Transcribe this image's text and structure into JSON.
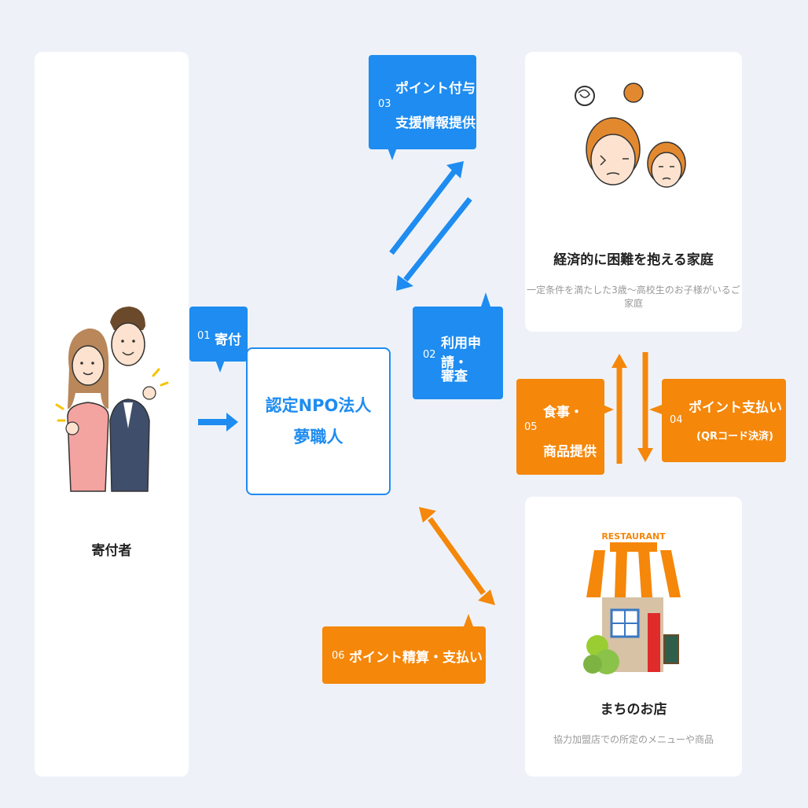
{
  "donor": {
    "label": "寄付者"
  },
  "npo": {
    "line1": "認定NPO法人",
    "line2": "夢職人"
  },
  "family": {
    "title": "経済的に困難を抱える家庭",
    "subtitle": "一定条件を満たした3歳〜高校生のお子様がいるご家庭"
  },
  "shop": {
    "title": "まちのお店",
    "subtitle": "協力加盟店での所定のメニューや商品",
    "sign": "RESTAURANT"
  },
  "steps": {
    "s01": {
      "num": "01",
      "line1": "寄付"
    },
    "s02": {
      "num": "02",
      "line1": "利用申請・",
      "line2": "審査"
    },
    "s03": {
      "num": "03",
      "line1": "ポイント付与",
      "line2": "支援情報提供"
    },
    "s04": {
      "num": "04",
      "line1": "ポイント支払い",
      "line2": "(QRコード決済)"
    },
    "s05": {
      "num": "05",
      "line1": "食事・",
      "line2": "商品提供"
    },
    "s06": {
      "num": "06",
      "line1": "ポイント精算・支払い"
    }
  },
  "colors": {
    "blue": "#1e8cf0",
    "orange": "#f5870a",
    "background": "#eef2f8"
  },
  "icons": [
    "donor-couple-icon",
    "family-icon",
    "restaurant-icon",
    "arrow-icon"
  ]
}
